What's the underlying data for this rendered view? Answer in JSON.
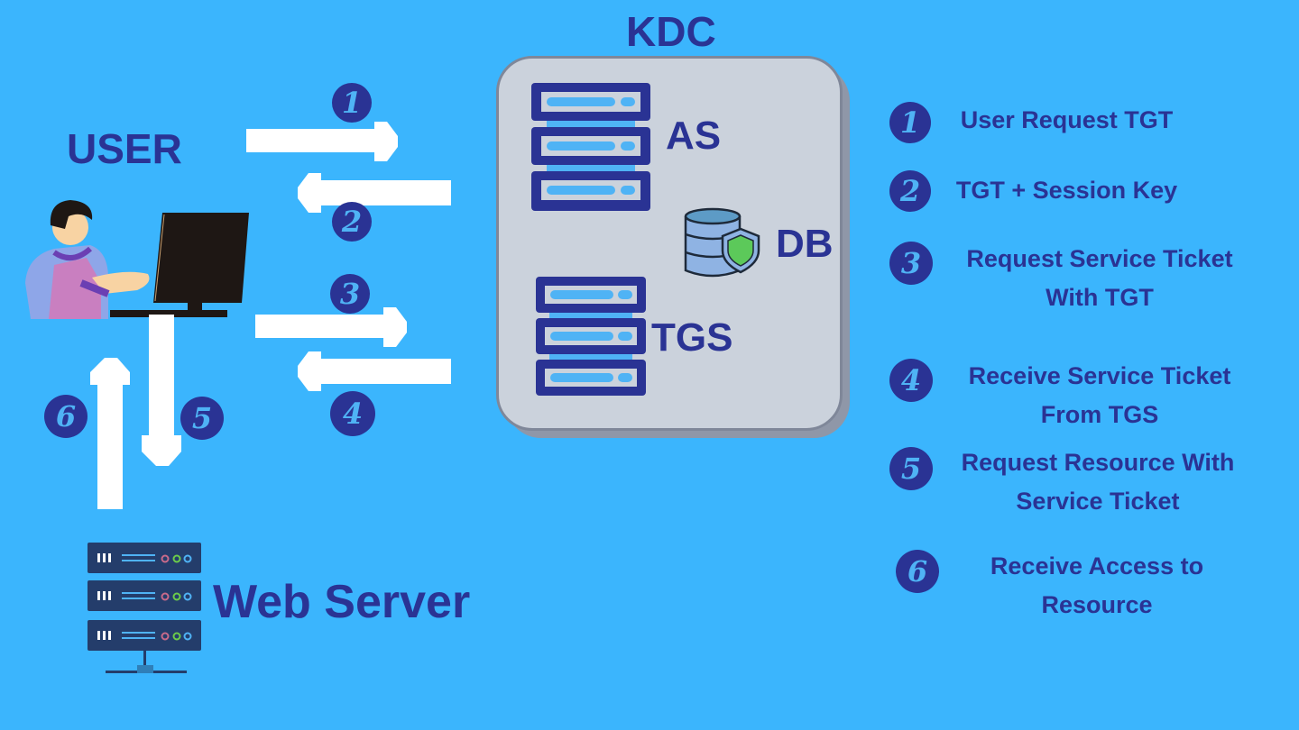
{
  "diagram": {
    "kdc_label": "KDC",
    "user_label": "USER",
    "as_label": "AS",
    "db_label": "DB",
    "tgs_label": "TGS",
    "web_server_label": "Web Server",
    "arrow_numbers": [
      "1",
      "2",
      "3",
      "4",
      "5",
      "6"
    ]
  },
  "legend": {
    "steps": [
      {
        "number": "1",
        "lines": [
          "User Request TGT"
        ]
      },
      {
        "number": "2",
        "lines": [
          "TGT + Session Key"
        ]
      },
      {
        "number": "3",
        "lines": [
          "Request Service Ticket",
          "With TGT"
        ]
      },
      {
        "number": "4",
        "lines": [
          "Receive Service Ticket",
          "From TGS"
        ]
      },
      {
        "number": "5",
        "lines": [
          "Request Resource With",
          "Service Ticket"
        ]
      },
      {
        "number": "6",
        "lines": [
          "Receive Access to",
          "Resource"
        ]
      }
    ]
  },
  "colors": {
    "background": "#3bb5fd",
    "text_primary": "#2a3394",
    "kdc_box": "#cbd2dc",
    "arrow": "#ffffff",
    "shield": "#5cc95a"
  }
}
